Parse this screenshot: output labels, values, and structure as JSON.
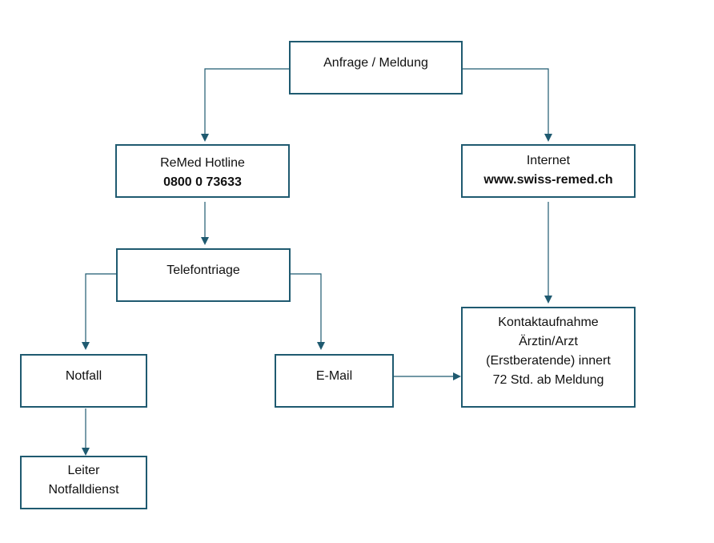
{
  "nodes": {
    "anfrage": {
      "line1": "Anfrage / Meldung"
    },
    "hotline": {
      "line1": "ReMed Hotline",
      "line2": "0800 0 73633"
    },
    "internet": {
      "line1": "Internet",
      "line2": "www.swiss-remed.ch"
    },
    "telefontriage": {
      "line1": "Telefontriage"
    },
    "notfall": {
      "line1": "Notfall"
    },
    "email": {
      "line1": "E-Mail"
    },
    "kontakt": {
      "line1": "Kontaktaufnahme",
      "line2": "Ärztin/Arzt",
      "line3": "(Erstberatende) innert",
      "line4": "72 Std. ab Meldung"
    },
    "leiter": {
      "line1": "Leiter",
      "line2": "Notfalldienst"
    }
  },
  "colors": {
    "border": "#1f5a70",
    "connector": "#1f5a70"
  }
}
